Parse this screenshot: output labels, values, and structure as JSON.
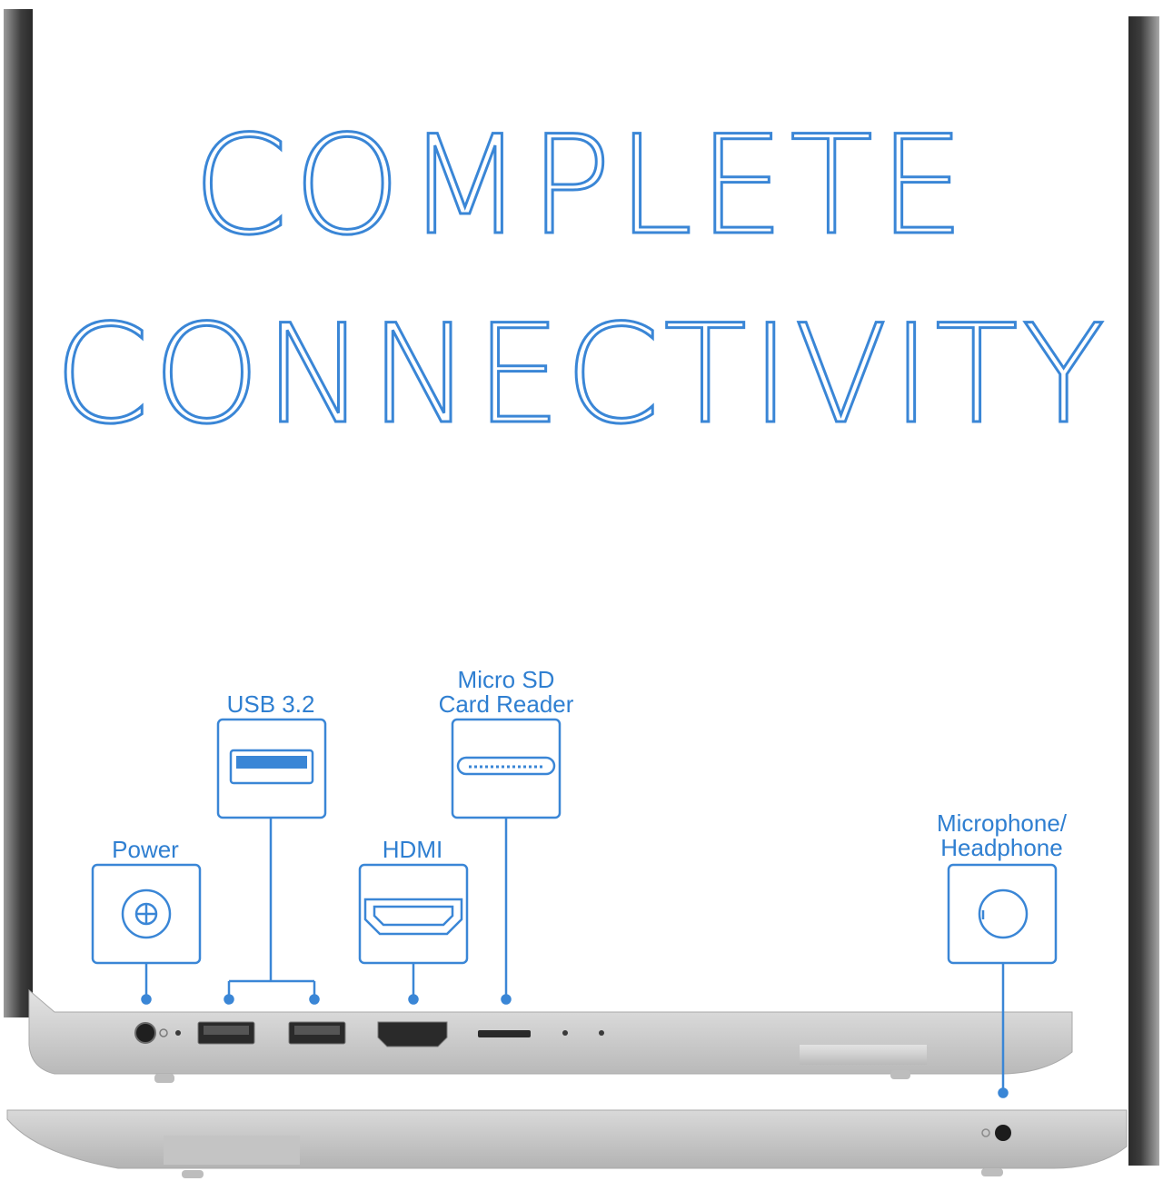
{
  "headline": {
    "line1": "COMPLETE",
    "line2": "CONNECTIVITY"
  },
  "ports": {
    "power": {
      "label": "Power",
      "icon": "power-jack-icon"
    },
    "usb": {
      "label": "USB 3.2",
      "icon": "usb-port-icon"
    },
    "hdmi": {
      "label": "HDMI",
      "icon": "hdmi-port-icon"
    },
    "sd": {
      "label_line1": "Micro SD",
      "label_line2": "Card Reader",
      "icon": "sd-slot-icon"
    },
    "audio": {
      "label_line1": "Microphone/",
      "label_line2": "Headphone",
      "icon": "audio-jack-icon"
    }
  },
  "colors": {
    "accent": "#3a86d6",
    "chassis": "#c9c9c9",
    "bezel": "#4a4a4a"
  }
}
